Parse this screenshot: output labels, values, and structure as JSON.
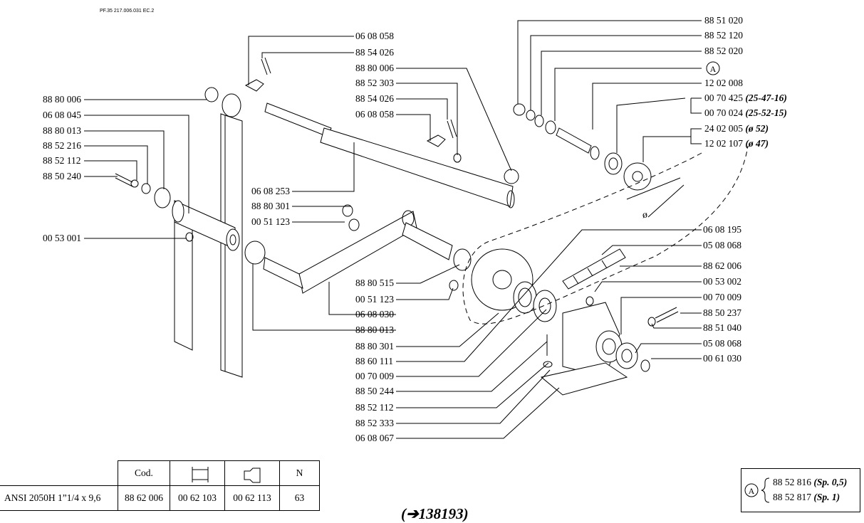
{
  "header_code": "PF.35   217.006.031 EC.2",
  "left_refs": [
    "88 80 006",
    "06 08 045",
    "88 80 013",
    "88 52 216",
    "88 52 112",
    "88 50 240",
    "00 53 001"
  ],
  "mid_refs_top": [
    "06 08 058",
    "88 54 026",
    "88 80 006",
    "88 52 303",
    "88 54 026",
    "06 08 058"
  ],
  "mid_refs": [
    "06 08 253",
    "88 80 301",
    "00 51 123",
    "88 80 515",
    "00 51 123",
    "06 08 030",
    "88 80 013",
    "88 80 301",
    "88 60 111",
    "00 70 009",
    "88 50 244",
    "88 52 112",
    "88 52 333",
    "06 08 067"
  ],
  "right_refs": [
    "88 51 020",
    "88 52 120",
    "88 52 020",
    "12 02 008",
    "00 70 425",
    "00 70 024",
    "24 02 005",
    "12 02 107",
    "06 08 195",
    "05 08 068",
    "88 62 006",
    "00 53 002",
    "00 70 009",
    "88 50 237",
    "88 51 040",
    "05 08 068",
    "00 61 030"
  ],
  "right_notes": {
    "n1": "(25-47-16)",
    "n2": "(25-52-15)",
    "n3": "(ø 52)",
    "n4": "(ø 47)"
  },
  "callout_letter": "A",
  "diameter_symbol": "ø",
  "chain_table": {
    "col_cod": "Cod.",
    "col_n": "N",
    "row_label": "ANSI 2050H 1”1/4 x 9,6",
    "cod": "88 62 006",
    "chain_link": "00 62 103",
    "offset_link": "00 62 113",
    "n": "63"
  },
  "legend": {
    "letter": "A",
    "line1_code": "88 52 816",
    "line1_note": "(Sp. 0,5)",
    "line2_code": "88 52 817",
    "line2_note": "(Sp. 1)"
  },
  "bottom_ref": {
    "arrow": "➔",
    "number": "138193",
    "open": "(",
    "close": ")"
  }
}
